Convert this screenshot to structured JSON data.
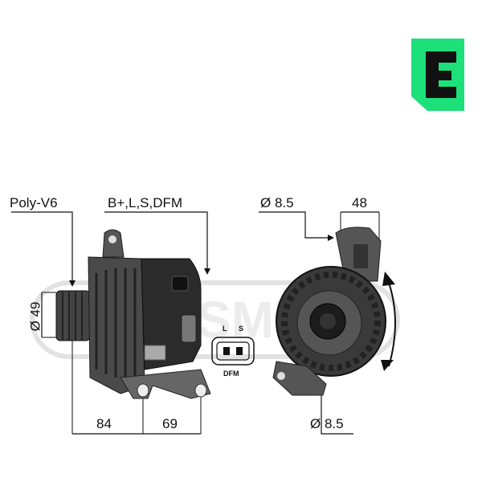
{
  "brand": {
    "logo_letter": "E",
    "logo_color": "#1ee07a",
    "watermark": "MESSMER"
  },
  "labels": {
    "pulley": "Poly-V6",
    "terminals": "B+,L,S,DFM",
    "diameter_top": "Ø 8.5",
    "width_top": "48",
    "pulley_diameter": "Ø 49",
    "dim_bottom_left": "84",
    "dim_bottom_right": "69",
    "diameter_bottom": "Ø 8.5"
  },
  "connector": {
    "pin_left": "L",
    "pin_right": "S",
    "name": "DFM"
  },
  "icons": [
    "logo-e-icon",
    "alternator-side-view",
    "alternator-rear-view",
    "connector-plug-icon",
    "rotation-arrow-icon"
  ]
}
